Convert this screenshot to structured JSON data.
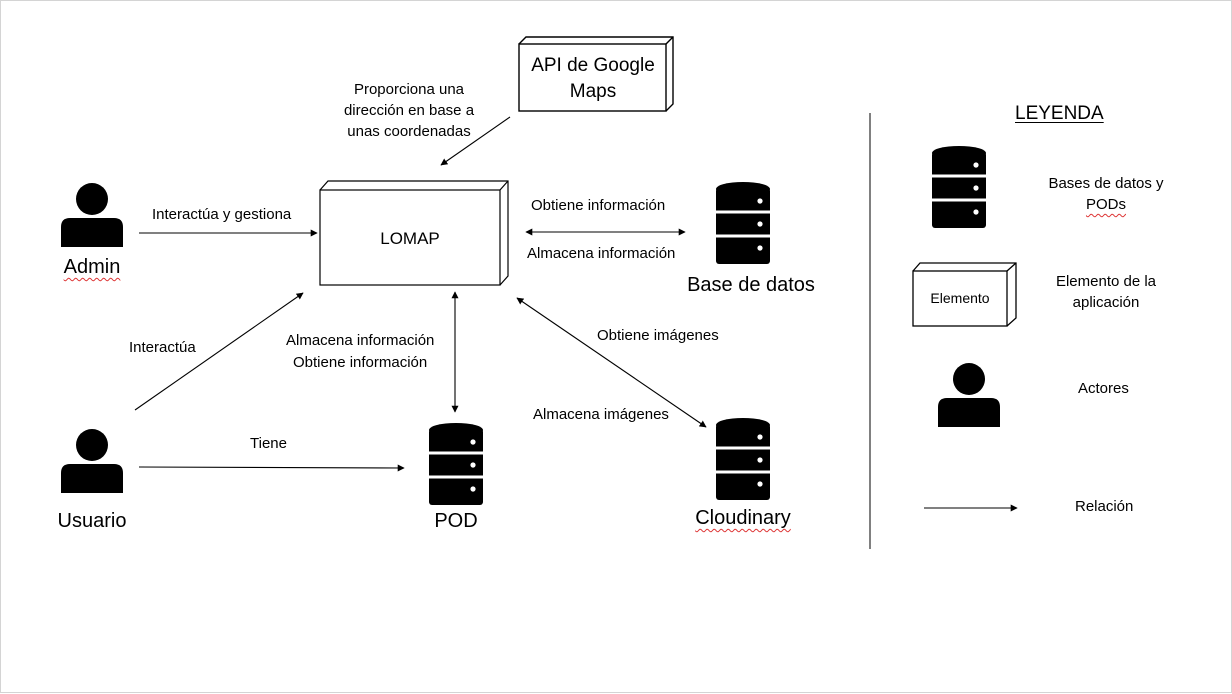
{
  "nodes": {
    "api": "API de Google Maps",
    "lomap": "LOMAP",
    "admin": "Admin",
    "usuario": "Usuario",
    "database": "Base de datos",
    "pod": "POD",
    "cloudinary": "Cloudinary"
  },
  "edges": {
    "api_lomap": "Proporciona una dirección en base a unas coordenadas",
    "admin_lomap": "Interactúa y gestiona",
    "user_lomap": "Interactúa",
    "user_pod": "Tiene",
    "lomap_db_get": "Obtiene información",
    "lomap_db_store": "Almacena información",
    "lomap_pod_store": "Almacena información",
    "lomap_pod_get": "Obtiene información",
    "lomap_cloud_get": "Obtiene imágenes",
    "lomap_cloud_store": "Almacena imágenes"
  },
  "legend": {
    "title": "LEYENDA",
    "db": "Bases de datos y PODs",
    "element_box": "Elemento",
    "element": "Elemento de la aplicación",
    "actors": "Actores",
    "relation": "Relación"
  },
  "icons": {
    "actor": "person-icon",
    "storage": "database-icon"
  }
}
